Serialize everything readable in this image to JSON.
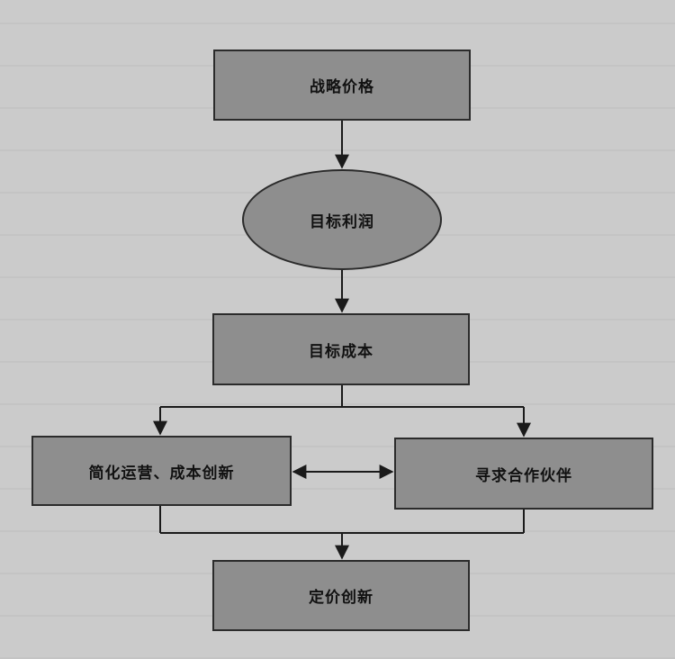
{
  "colors": {
    "node_fill": "#8e8e8e",
    "node_border": "#2b2b2b",
    "background": "#cbcbcb",
    "text": "#111111"
  },
  "diagram": {
    "nodes": {
      "strategic_price": "战略价格",
      "target_profit": "目标利润",
      "target_cost": "目标成本",
      "simplify_ops": "简化运营、成本创新",
      "seek_partners": "寻求合作伙伴",
      "pricing_innovation": "定价创新"
    }
  }
}
